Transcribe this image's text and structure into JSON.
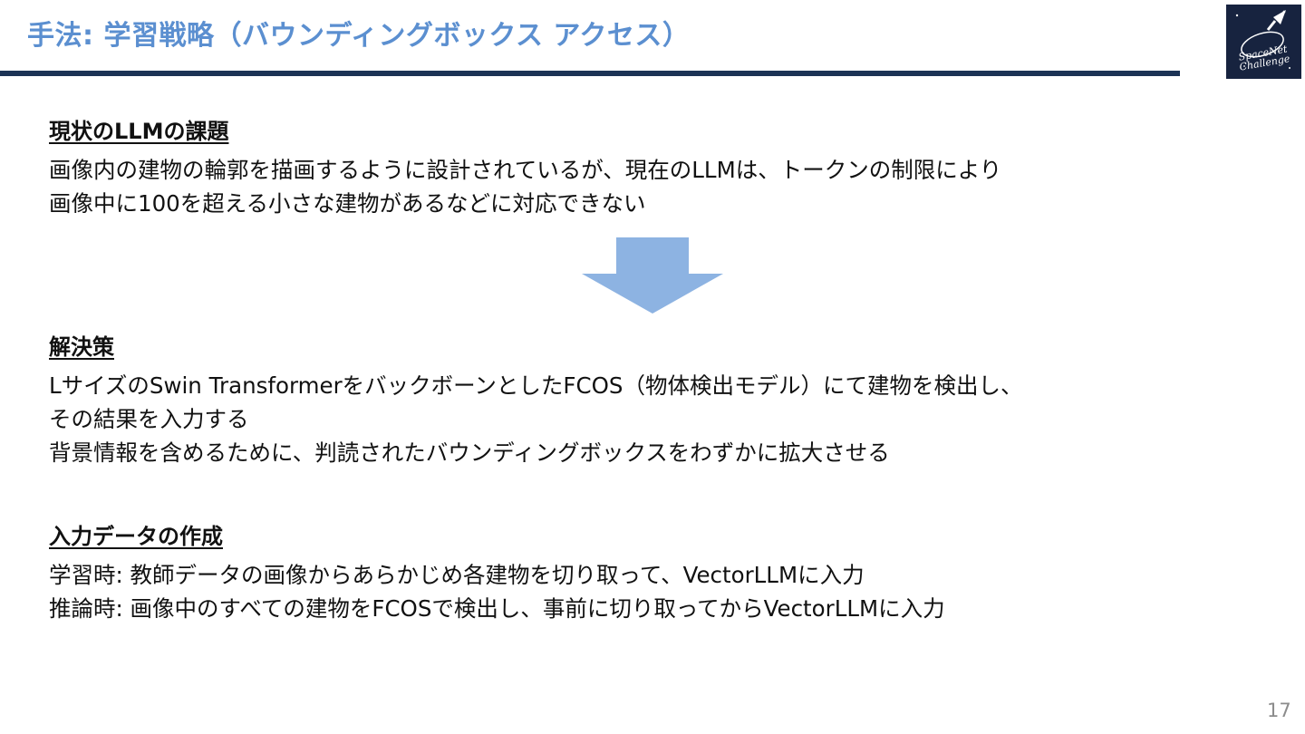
{
  "slide": {
    "title": "手法: 学習戦略（バウンディングボックス アクセス）",
    "page_number": "17",
    "accent_color": "#5b8fd0",
    "rule_color": "#1c3355",
    "arrow_color": "#8db3e2"
  },
  "logo": {
    "text_line1": "SpaceNet",
    "text_line2": "Challenge",
    "icon": "rocket-icon"
  },
  "sections": [
    {
      "heading": "現状のLLMの課題",
      "lines": [
        "画像内の建物の輪郭を描画するように設計されているが、現在のLLMは、トークンの制限により",
        "画像中に100を超える小さな建物があるなどに対応できない"
      ]
    },
    {
      "heading": "解決策",
      "lines": [
        "LサイズのSwin TransformerをバックボーンとしたFCOS（物体検出モデル）にて建物を検出し、",
        "その結果を入力する",
        "背景情報を含めるために、判読されたバウンディングボックスをわずかに拡大させる"
      ]
    },
    {
      "heading": "入力データの作成",
      "lines": [
        "学習時: 教師データの画像からあらかじめ各建物を切り取って、VectorLLMに入力",
        "推論時: 画像中のすべての建物をFCOSで検出し、事前に切り取ってからVectorLLMに入力"
      ]
    }
  ]
}
